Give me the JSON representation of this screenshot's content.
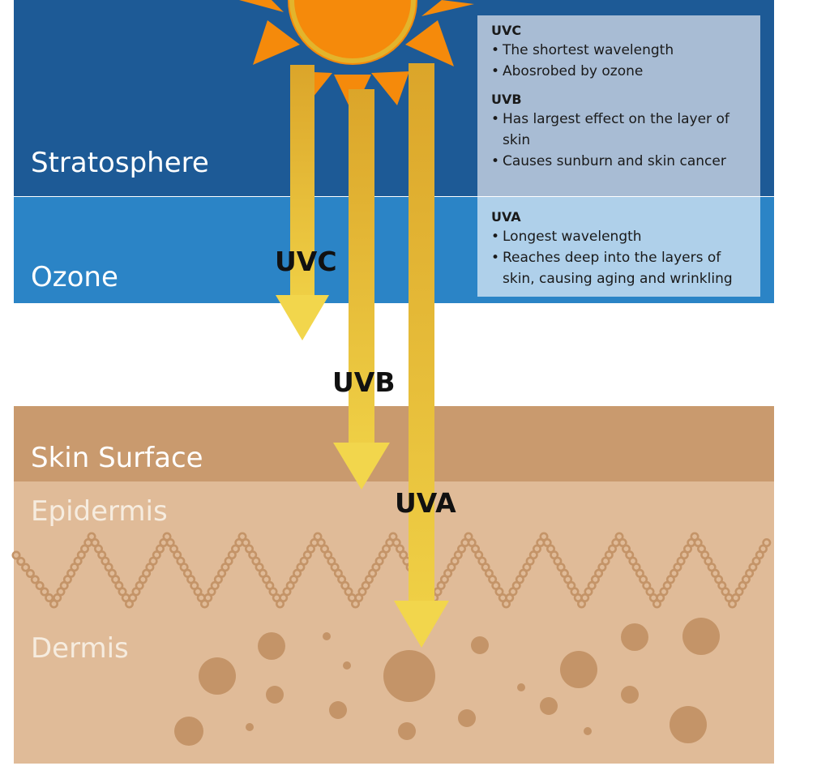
{
  "layers": {
    "stratosphere": "Stratosphere",
    "ozone": "Ozone",
    "skin_surface": "Skin Surface",
    "epidermis": "Epidermis",
    "dermis": "Dermis"
  },
  "rays": {
    "uvc": "UVC",
    "uvb": "UVB",
    "uva": "UVA"
  },
  "info": {
    "uvc": {
      "title": "UVC",
      "bullets": [
        "The shortest wavelength",
        "Abosrobed by ozone"
      ]
    },
    "uvb": {
      "title": "UVB",
      "bullets": [
        "Has largest effect on the layer of skin",
        "Causes sunburn and skin cancer"
      ]
    },
    "uva": {
      "title": "UVA",
      "bullets": [
        "Longest wavelength",
        "Reaches deep into the layers of skin, causing aging and wrinkling"
      ]
    }
  },
  "colors": {
    "stratosphere": "#1d5a96",
    "ozone": "#2b84c6",
    "skin_surface": "#c99a6e",
    "epidermis": "#e0bb98",
    "sun": "#f58a0b",
    "ray": "#e7b43a",
    "arrow_head": "#f2d64c",
    "cells": "#c49468"
  }
}
